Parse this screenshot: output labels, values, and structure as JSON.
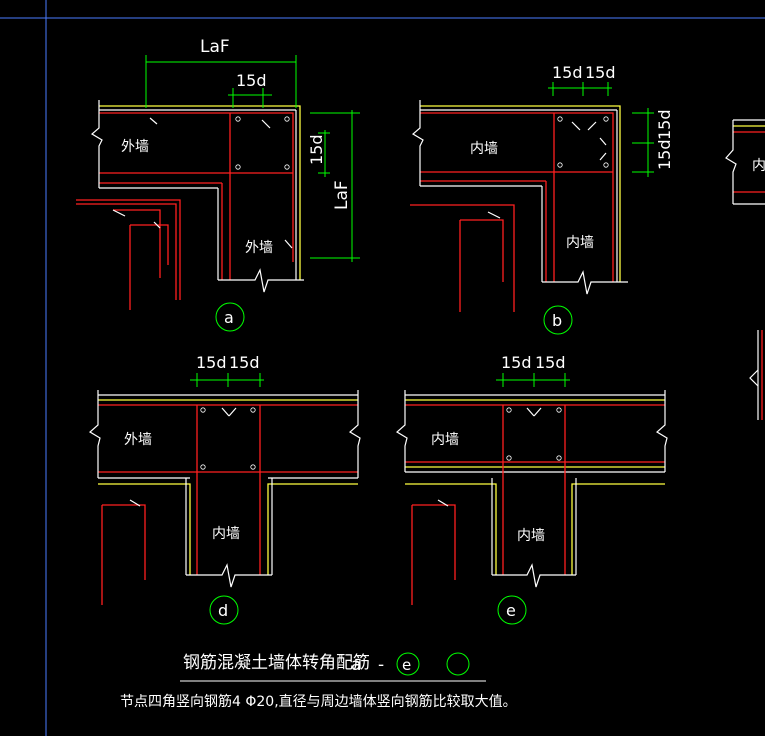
{
  "colors": {
    "background": "#000000",
    "rebar": "#ff2020",
    "concrete_edge": "#ffff40",
    "dimension": "#00ff00",
    "text": "#ffffff",
    "frame": "#4a7cff"
  },
  "details": {
    "a": {
      "marker": "a",
      "wall_top": "外墙",
      "wall_bottom": "外墙",
      "dim_total": "LaF",
      "dim_15d_top": "15d",
      "dim_15d_right": "15d",
      "dim_laf_right": "LaF"
    },
    "b": {
      "marker": "b",
      "wall_top": "内墙",
      "wall_bottom": "内墙",
      "dim_top_left": "15d",
      "dim_top_right": "15d",
      "dim_right_top": "15d",
      "dim_right_bottom": "15d"
    },
    "d": {
      "marker": "d",
      "wall_left": "外墙",
      "wall_bottom": "内墙",
      "dim_left": "15d",
      "dim_right": "15d"
    },
    "e": {
      "marker": "e",
      "wall_left": "内墙",
      "wall_bottom": "内墙",
      "dim_left": "15d",
      "dim_right": "15d"
    },
    "c": {
      "partial_label": "内"
    }
  },
  "caption": {
    "title": "钢筋混凝土墙体转角配筋",
    "range_start": "a",
    "range_dash": "-",
    "range_end": "e",
    "note": "节点四角竖向钢筋4 Φ20,直径与周边墙体竖向钢筋比较取大值。"
  }
}
